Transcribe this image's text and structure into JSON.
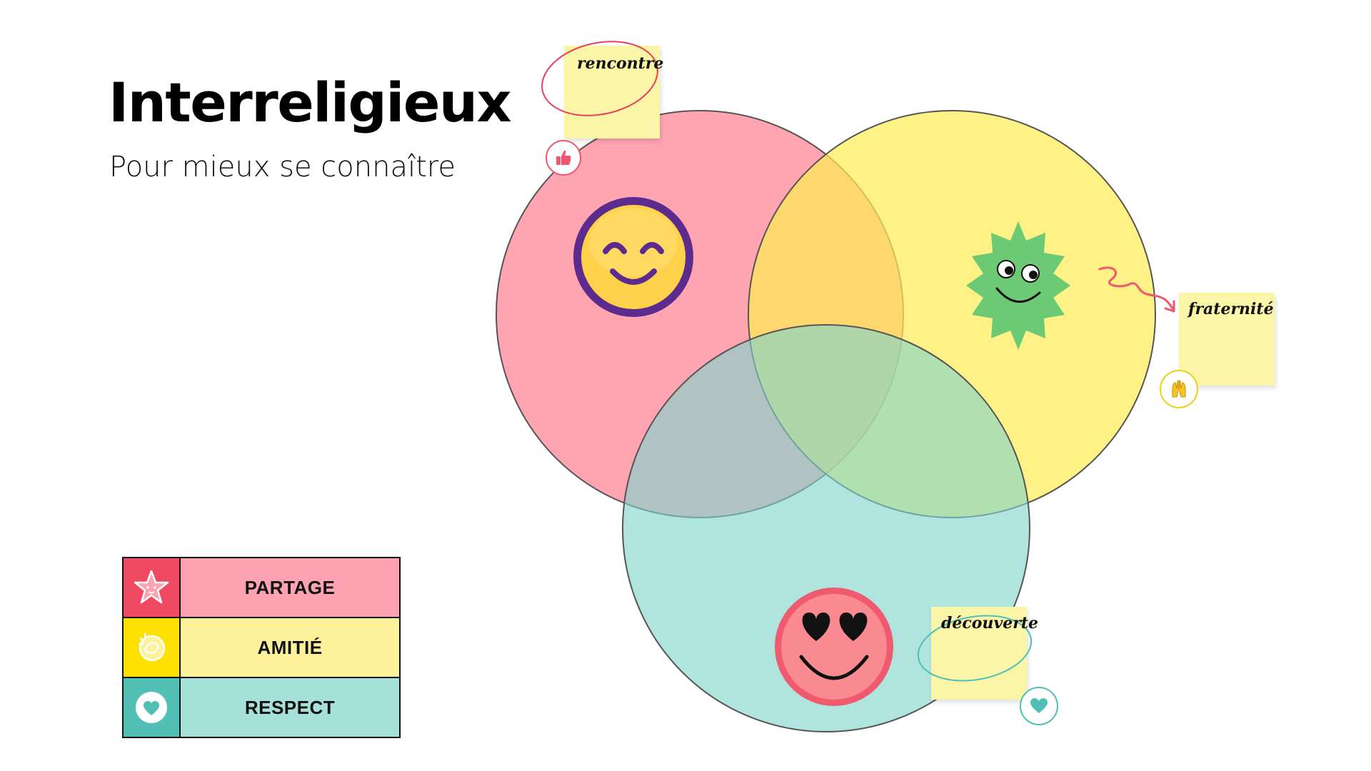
{
  "header": {
    "title": "Interreligieux",
    "subtitle": "Pour mieux se connaître"
  },
  "venn": {
    "sets": [
      {
        "id": "partage",
        "color": "#fe8c9b"
      },
      {
        "id": "amitie",
        "color": "#fdeb56"
      },
      {
        "id": "respect",
        "color": "#80d4cc"
      }
    ],
    "outline_color": "#555555"
  },
  "stickers": {
    "smile": "smiling-face-icon",
    "sun": "happy-sun-icon",
    "heart_eyes": "heart-eyes-face-icon"
  },
  "notes": [
    {
      "label": "rencontre",
      "reaction": "thumbs-up-icon",
      "circle_color": "#e8405b"
    },
    {
      "label": "fraternité",
      "reaction": "raised-hands-icon",
      "arrow_color": "#f0566e"
    },
    {
      "label": "découverte",
      "reaction": "heart-icon",
      "circle_color": "#4fc0b7"
    }
  ],
  "legend": [
    {
      "label": "PARTAGE",
      "icon": "star-icon",
      "icon_bg": "#f04a63",
      "bg": "#fda2b0"
    },
    {
      "label": "AMITIÉ",
      "icon": "handshake-icon",
      "icon_bg": "#fee100",
      "bg": "#fdf29b"
    },
    {
      "label": "RESPECT",
      "icon": "heart-icon",
      "icon_bg": "#53c0b6",
      "bg": "#a5e1d9"
    }
  ]
}
